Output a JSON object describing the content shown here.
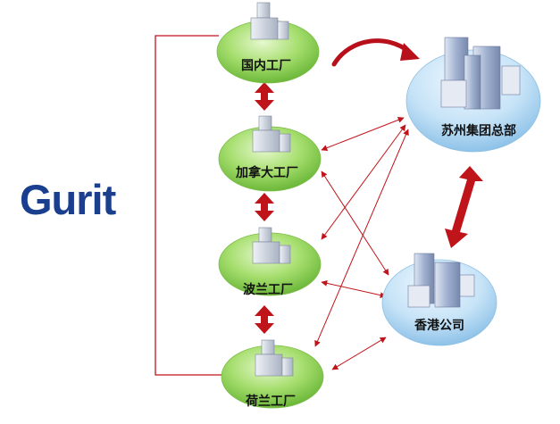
{
  "logo": {
    "text": "Gurit"
  },
  "nodes": {
    "domestic": "国内工厂",
    "canada": "加拿大工厂",
    "poland": "波兰工厂",
    "netherlands": "荷兰工厂",
    "suzhou": "苏州集团总部",
    "hongkong": "香港公司"
  },
  "colors": {
    "factory_fill": "#8ad24e",
    "hq_fill": "#b9dcf3",
    "arrow_red": "#c0141b",
    "logo_blue": "#1b3f8f"
  }
}
